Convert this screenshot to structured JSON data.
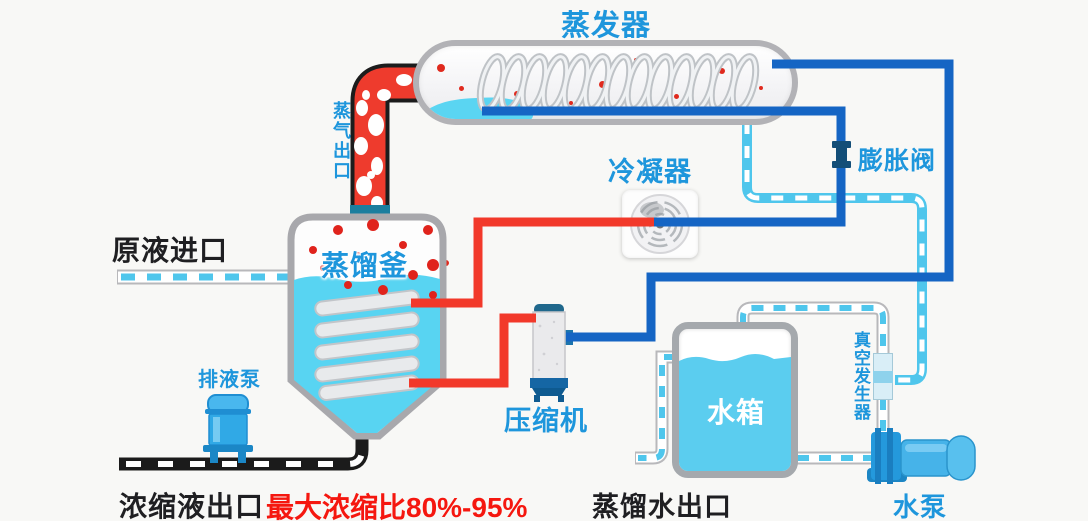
{
  "labels": {
    "evaporator": "蒸发器",
    "condenser": "冷凝器",
    "expansion_valve": "膨胀阀",
    "steam_outlet": "蒸气出口",
    "distillation_kettle": "蒸馏釜",
    "raw_liquid_inlet": "原液进口",
    "drain_pump": "排液泵",
    "compressor": "压缩机",
    "water_tank": "水箱",
    "vacuum_generator": "真空发生器",
    "water_pump": "水泵",
    "concentrate_outlet": "浓缩液出口",
    "max_concentration_ratio": "最大浓缩比80%-95%",
    "distilled_water_outlet": "蒸馏水出口"
  },
  "colors": {
    "label_blue": "#1e96dc",
    "label_black": "#1f1f22",
    "label_red": "#f5170f",
    "hot_pipe_red": "#f2392a",
    "refrigerant_pipe_blue": "#1565c4",
    "water_dash_cyan": "#4fc6ec",
    "liquid_cyan": "#58d4f2",
    "vessel_border_gray": "#a8a8ac",
    "valve_dark_blue": "#134e78",
    "concentrate_pipe_black": "#1b1b1b",
    "pump_blue": "#2ba0dd",
    "background": "#f8f8f6"
  }
}
